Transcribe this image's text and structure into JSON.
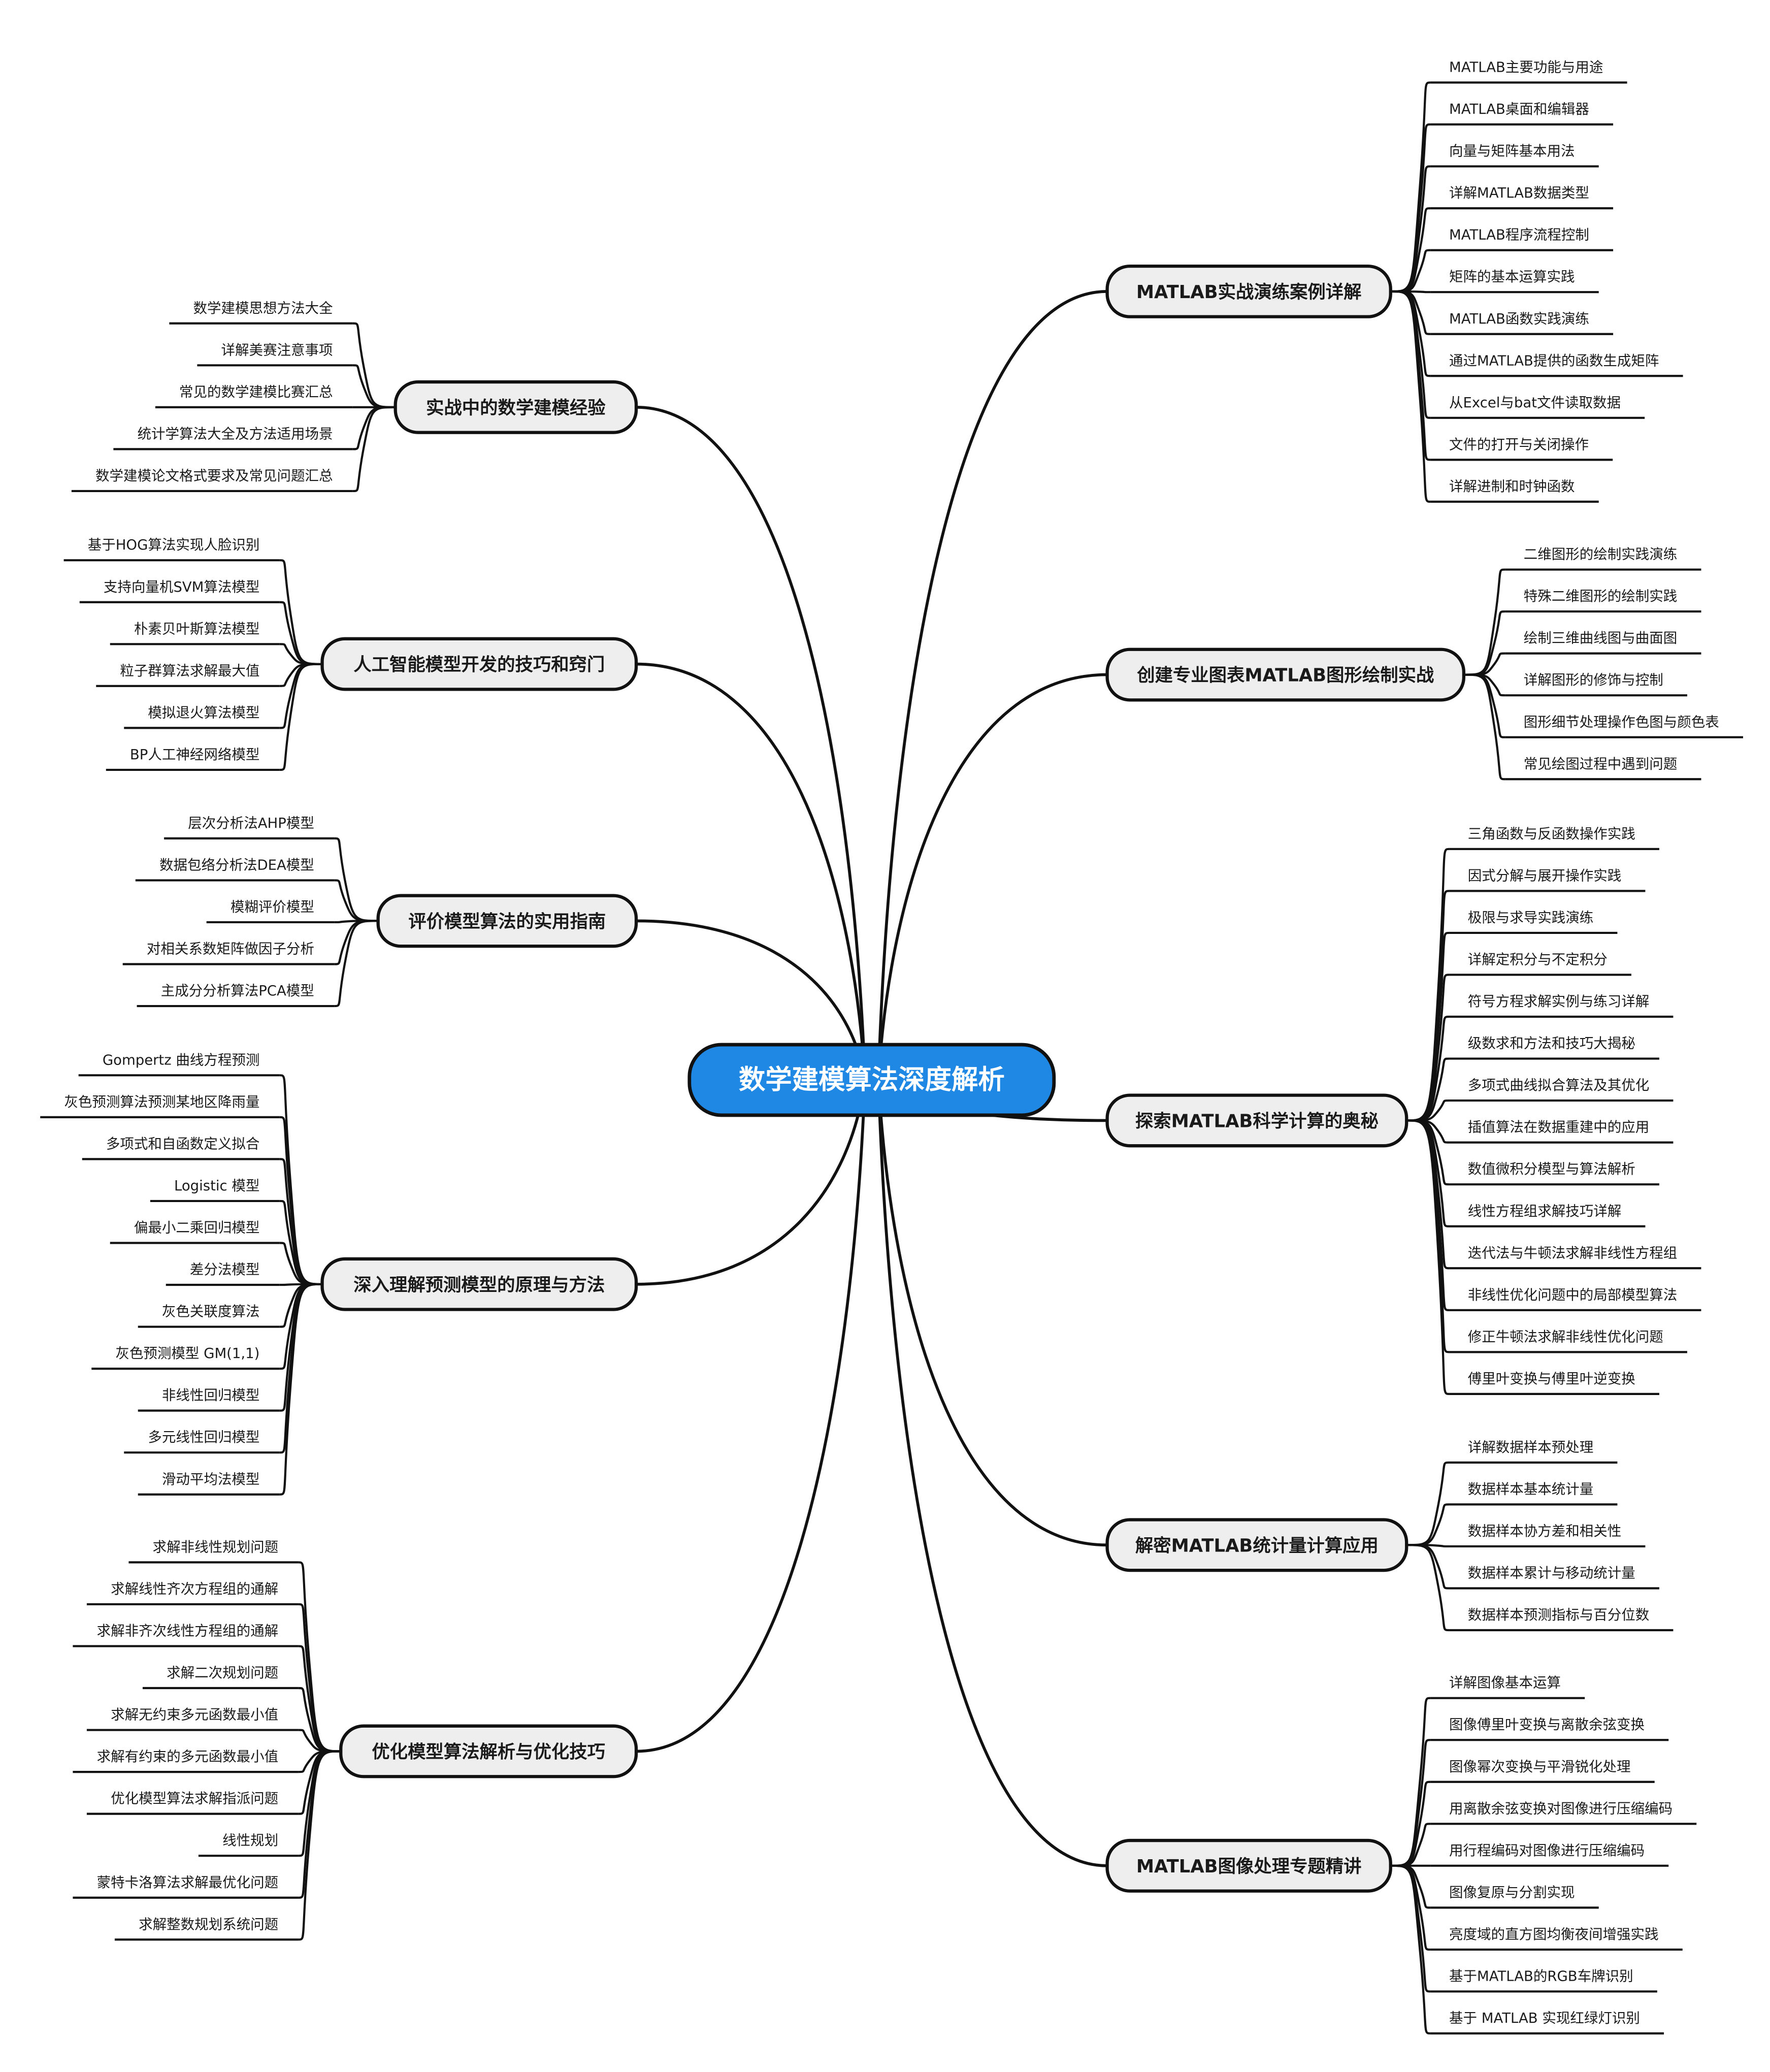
{
  "root": {
    "label": "数学建模算法深度解析",
    "fill": "#1f88e5"
  },
  "colors": {
    "branch_fill": "#eeeeee",
    "stroke": "#111111"
  },
  "branches": [
    {
      "label": "MATLAB实战演练案例详解",
      "side": "right",
      "children": [
        "MATLAB主要功能与用途",
        "MATLAB桌面和编辑器",
        "向量与矩阵基本用法",
        "详解MATLAB数据类型",
        "MATLAB程序流程控制",
        "矩阵的基本运算实践",
        "MATLAB函数实践演练",
        "通过MATLAB提供的函数生成矩阵",
        "从Excel与bat文件读取数据",
        "文件的打开与关闭操作",
        "详解进制和时钟函数"
      ]
    },
    {
      "label": "创建专业图表MATLAB图形绘制实战",
      "side": "right",
      "children": [
        "二维图形的绘制实践演练",
        "特殊二维图形的绘制实践",
        "绘制三维曲线图与曲面图",
        "详解图形的修饰与控制",
        "图形细节处理操作色图与颜色表",
        "常见绘图过程中遇到问题"
      ]
    },
    {
      "label": "探索MATLAB科学计算的奥秘",
      "side": "right",
      "children": [
        "三角函数与反函数操作实践",
        "因式分解与展开操作实践",
        "极限与求导实践演练",
        "详解定积分与不定积分",
        "符号方程求解实例与练习详解",
        "级数求和方法和技巧大揭秘",
        "多项式曲线拟合算法及其优化",
        "插值算法在数据重建中的应用",
        "数值微积分模型与算法解析",
        "线性方程组求解技巧详解",
        "迭代法与牛顿法求解非线性方程组",
        "非线性优化问题中的局部模型算法",
        "修正牛顿法求解非线性优化问题",
        "傅里叶变换与傅里叶逆变换"
      ]
    },
    {
      "label": "解密MATLAB统计量计算应用",
      "side": "right",
      "children": [
        "详解数据样本预处理",
        "数据样本基本统计量",
        "数据样本协方差和相关性",
        "数据样本累计与移动统计量",
        "数据样本预测指标与百分位数"
      ]
    },
    {
      "label": "MATLAB图像处理专题精讲",
      "side": "right",
      "children": [
        "详解图像基本运算",
        "图像傅里叶变换与离散余弦变换",
        "图像幂次变换与平滑锐化处理",
        "用离散余弦变换对图像进行压缩编码",
        "用行程编码对图像进行压缩编码",
        "图像复原与分割实现",
        "亮度域的直方图均衡夜间增强实践",
        "基于MATLAB的RGB车牌识别",
        "基于 MATLAB 实现红绿灯识别"
      ]
    },
    {
      "label": "实战中的数学建模经验",
      "side": "left",
      "children": [
        "数学建模思想方法大全",
        "详解美赛注意事项",
        "常见的数学建模比赛汇总",
        "统计学算法大全及方法适用场景",
        "数学建模论文格式要求及常见问题汇总"
      ]
    },
    {
      "label": "人工智能模型开发的技巧和窍门",
      "side": "left",
      "children": [
        "基于HOG算法实现人脸识别",
        "支持向量机SVM算法模型",
        "朴素贝叶斯算法模型",
        "粒子群算法求解最大值",
        "模拟退火算法模型",
        "BP人工神经网络模型"
      ]
    },
    {
      "label": "评价模型算法的实用指南",
      "side": "left",
      "children": [
        "层次分析法AHP模型",
        "数据包络分析法DEA模型",
        "模糊评价模型",
        "对相关系数矩阵做因子分析",
        "主成分分析算法PCA模型"
      ]
    },
    {
      "label": "深入理解预测模型的原理与方法",
      "side": "left",
      "children": [
        "Gompertz 曲线方程预测",
        "灰色预测算法预测某地区降雨量",
        "多项式和自函数定义拟合",
        "Logistic 模型",
        "偏最小二乘回归模型",
        "差分法模型",
        "灰色关联度算法",
        "灰色预测模型 GM(1,1)",
        "非线性回归模型",
        "多元线性回归模型",
        "滑动平均法模型"
      ]
    },
    {
      "label": "优化模型算法解析与优化技巧",
      "side": "left",
      "children": [
        "求解非线性规划问题",
        "求解线性齐次方程组的通解",
        "求解非齐次线性方程组的通解",
        "求解二次规划问题",
        "求解无约束多元函数最小值",
        "求解有约束的多元函数最小值",
        "优化模型算法求解指派问题",
        "线性规划",
        "蒙特卡洛算法求解最优化问题",
        "求解整数规划系统问题"
      ]
    }
  ]
}
